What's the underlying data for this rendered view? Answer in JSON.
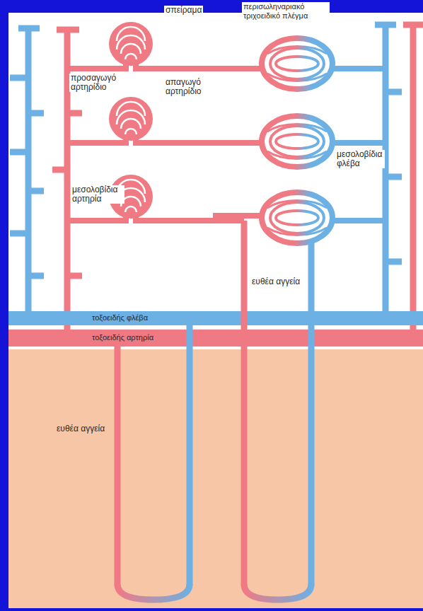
{
  "diagram": {
    "labels": [
      "σπείραμα",
      "περισωληναριακό τριχοειδικό πλέγμα",
      "προσαγωγό αρτηρίδιο",
      "απαγωγό αρτηρίδιο",
      "μεσολοβίδια φλέβα",
      "μεσολοβίδια αρτηρία",
      "ευθέα αγγεία",
      "τοξοειδής φλέβα",
      "τοξοειδής αρτηρία",
      "ευθέα αγγεία"
    ]
  }
}
